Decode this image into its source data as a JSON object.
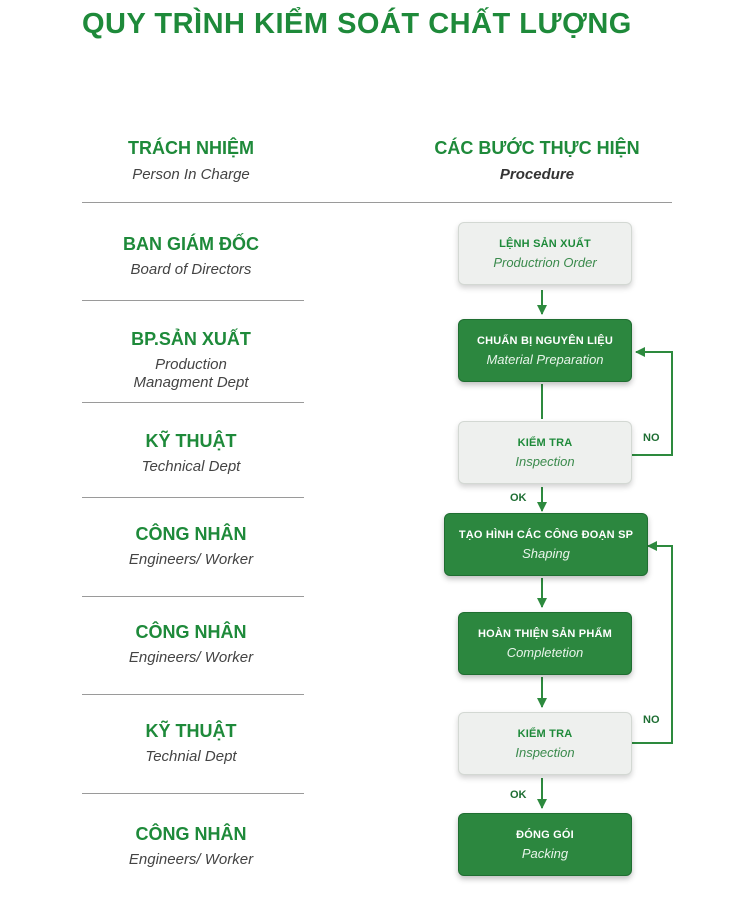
{
  "title": "QUY TRÌNH KIỂM SOÁT CHẤT LƯỢNG",
  "header": {
    "left": {
      "main": "TRÁCH NHIỆM",
      "sub": "Person In Charge"
    },
    "right": {
      "main": "CÁC BƯỚC THỰC HIỆN",
      "sub": "Procedure"
    }
  },
  "roles": [
    {
      "main": "BAN GIÁM ĐỐC",
      "sub": "Board of Directors"
    },
    {
      "main": "BP.SẢN XUẤT",
      "sub": "Production\nManagment Dept"
    },
    {
      "main": "KỸ THUẬT",
      "sub": "Technical Dept"
    },
    {
      "main": "CÔNG NHÂN",
      "sub": "Engineers/ Worker"
    },
    {
      "main": "CÔNG NHÂN",
      "sub": "Engineers/ Worker"
    },
    {
      "main": "KỸ THUẬT",
      "sub": "Technial Dept"
    },
    {
      "main": "CÔNG NHÂN",
      "sub": "Engineers/ Worker"
    }
  ],
  "steps": [
    {
      "main": "LỆNH SẢN XUẤT",
      "sub": "Productrion Order",
      "style": "light"
    },
    {
      "main": "CHUẨN BỊ NGUYÊN LIỆU",
      "sub": "Material Preparation",
      "style": "dark"
    },
    {
      "main": "KIỂM TRA",
      "sub": "Inspection",
      "style": "light"
    },
    {
      "main": "TẠO HÌNH CÁC CÔNG ĐOẠN SP",
      "sub": "Shaping",
      "style": "dark"
    },
    {
      "main": "HOÀN THIỆN SẢN PHẨM",
      "sub": "Completetion",
      "style": "dark"
    },
    {
      "main": "KIỂM TRA",
      "sub": "Inspection",
      "style": "light"
    },
    {
      "main": "ĐÓNG GÓI",
      "sub": "Packing",
      "style": "dark"
    }
  ],
  "labels": {
    "ok": "OK",
    "no": "NO"
  },
  "colors": {
    "accent": "#1e8a3a",
    "box_dark": "#2c873f",
    "box_light": "#eef0ee",
    "arrow": "#2d8a3e"
  }
}
